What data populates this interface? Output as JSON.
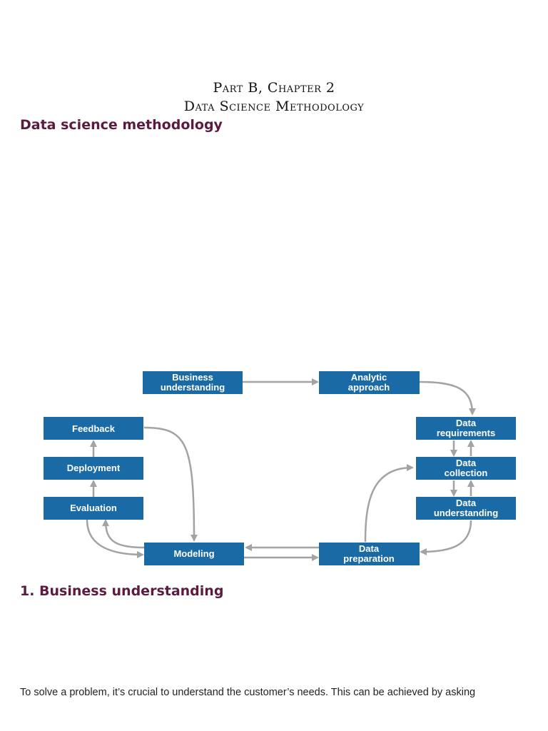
{
  "page": {
    "title_line1": "Part B, Chapter 2",
    "title_line2": "Data Science Methodology",
    "section1_heading": "Data science methodology",
    "section2_heading": "1. Business understanding",
    "paragraph": "To solve a problem, it’s crucial to understand the customer’s needs. This can be achieved by asking"
  },
  "diagram": {
    "box_color": "#1a6aa6",
    "arrow_color": "#a3a3a3",
    "nodes": {
      "business_understanding": [
        "Business",
        "understanding"
      ],
      "analytic_approach": [
        "Analytic",
        "approach"
      ],
      "data_requirements": [
        "Data",
        "requirements"
      ],
      "data_collection": [
        "Data",
        "collection"
      ],
      "data_understanding": [
        "Data",
        "understanding"
      ],
      "data_preparation": [
        "Data",
        "preparation"
      ],
      "modeling": [
        "Modeling"
      ],
      "evaluation": [
        "Evaluation"
      ],
      "deployment": [
        "Deployment"
      ],
      "feedback": [
        "Feedback"
      ]
    }
  }
}
